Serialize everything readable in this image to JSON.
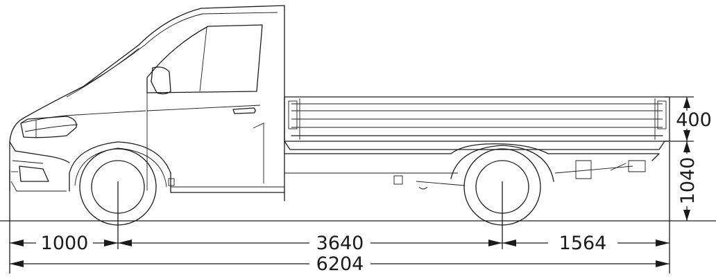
{
  "dimensions": {
    "front_overhang": "1000",
    "wheelbase": "3640",
    "rear_overhang": "1564",
    "overall_length": "6204",
    "side_height": "400",
    "platform_height": "1040"
  }
}
